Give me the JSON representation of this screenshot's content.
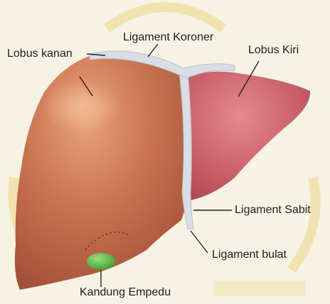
{
  "labels": {
    "right_lobe": "Lobus kanan",
    "coronary_ligament": "Ligament Koroner",
    "left_lobe": "Lobus Kiri",
    "falciform_ligament": "Ligament Sabit",
    "round_ligament": "Ligament bulat",
    "gallbladder": "Kandung Empedu"
  },
  "colors": {
    "liver": "#c8704e",
    "left_lobe": "#c85e66",
    "gallbladder": "#5ec24a",
    "ligament": "#d9dde4",
    "watermark": "#e9c64f"
  }
}
